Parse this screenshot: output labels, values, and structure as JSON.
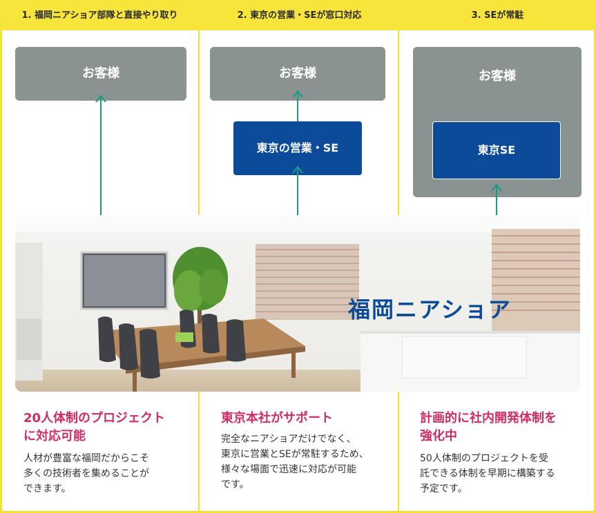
{
  "columns": [
    {
      "heading": "1. 福岡ニアショア部隊と直接やり取り",
      "customer": "お客様",
      "feature_title_1": "20人体制のプロジェクト",
      "feature_title_2": "に対応可能",
      "feature_text_1": "人材が豊富な福岡だからこそ",
      "feature_text_2": "多くの技術者を集めることが",
      "feature_text_3": "できます。"
    },
    {
      "heading": "2. 東京の営業・SEが窓口対応",
      "customer": "お客様",
      "intermediary": "東京の営業・SE",
      "feature_title_1": "東京本社がサポート",
      "feature_text_1": "完全なニアショアだけでなく、",
      "feature_text_2": "東京に営業とSEが常駐するため、",
      "feature_text_3": "様々な場面で迅速に対応が可能",
      "feature_text_4": "です。"
    },
    {
      "heading": "3. SEが常駐",
      "customer": "お客様",
      "intermediary": "東京SE",
      "feature_title_1": "計画的に社内開発体制を",
      "feature_title_2": "強化中",
      "feature_text_1": "50人体制のプロジェクトを受",
      "feature_text_2": "託できる体制を早期に構築する",
      "feature_text_3": "予定です。"
    }
  ],
  "photo_label": "福岡ニアショア",
  "colors": {
    "header": "#f7e53b",
    "customer_box": "#8a9392",
    "tokyo_box": "#0c4a9a",
    "arrow": "#1a9a86",
    "feature_title": "#d12b63"
  }
}
